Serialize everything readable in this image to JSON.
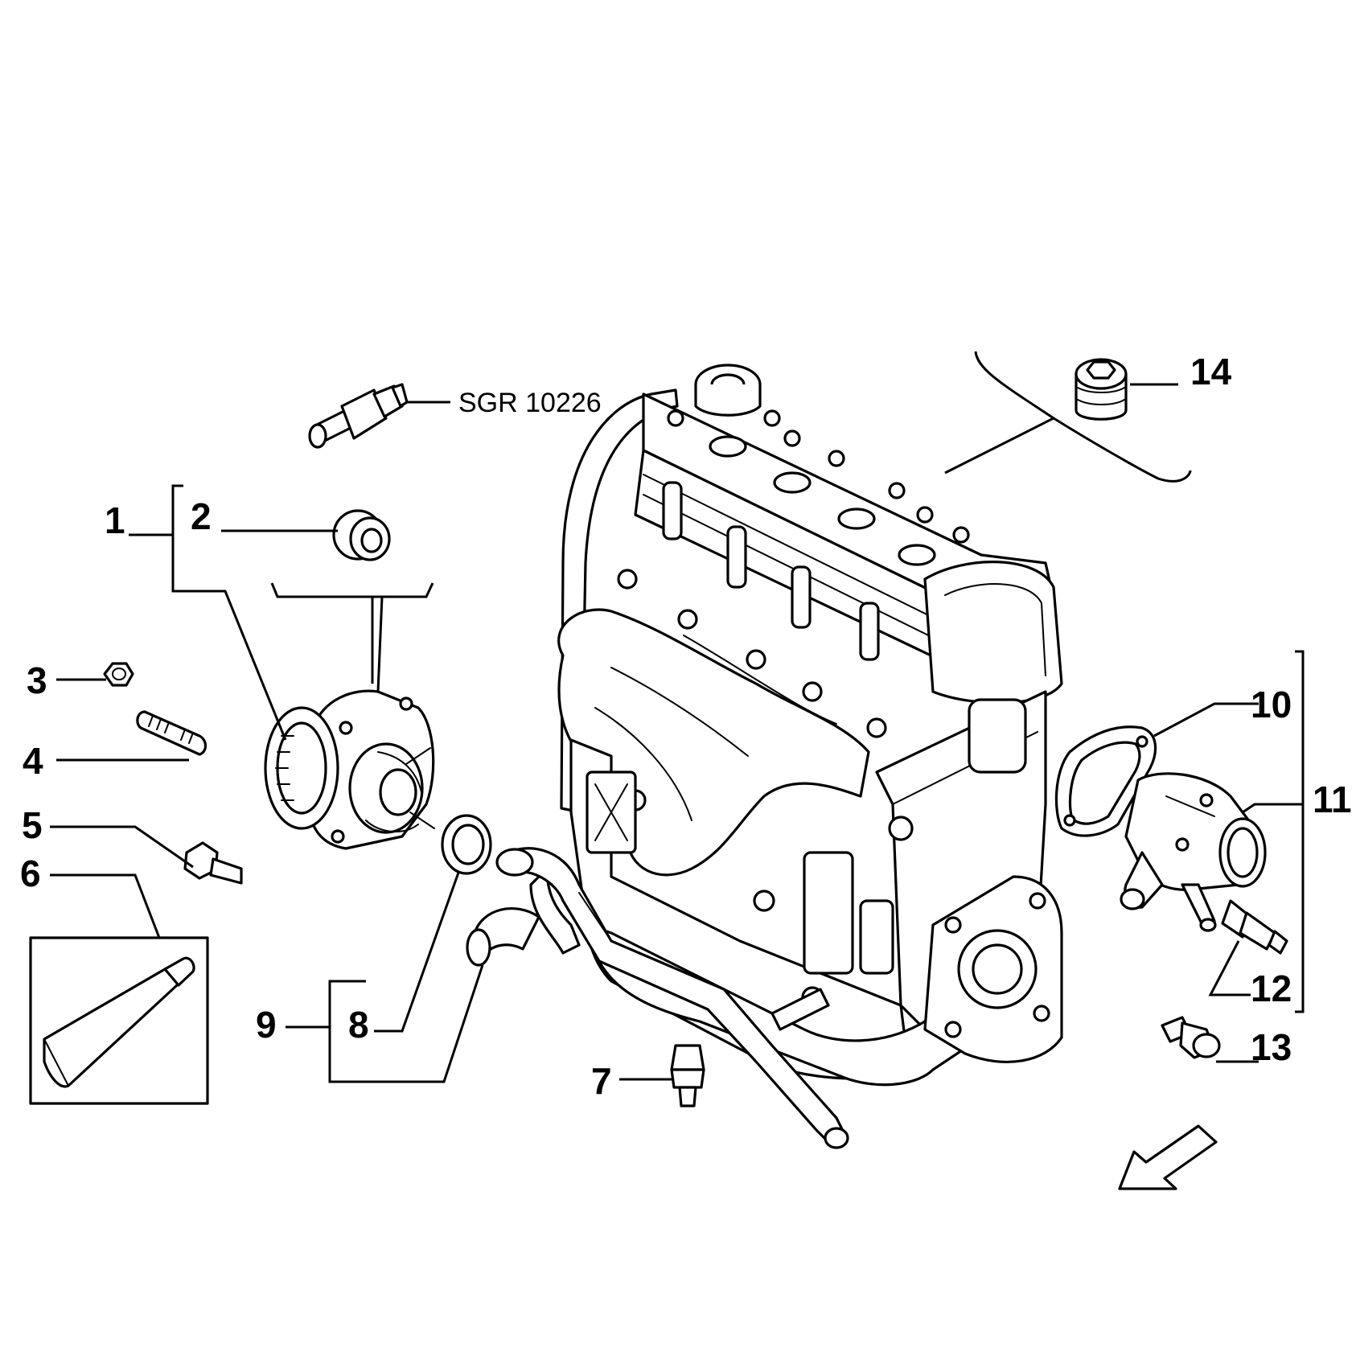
{
  "diagram": {
    "callouts": [
      {
        "id": "1",
        "text": "1"
      },
      {
        "id": "2",
        "text": "2"
      },
      {
        "id": "3",
        "text": "3"
      },
      {
        "id": "4",
        "text": "4"
      },
      {
        "id": "5",
        "text": "5"
      },
      {
        "id": "6",
        "text": "6"
      },
      {
        "id": "7",
        "text": "7"
      },
      {
        "id": "8",
        "text": "8"
      },
      {
        "id": "9",
        "text": "9"
      },
      {
        "id": "10",
        "text": "10"
      },
      {
        "id": "11",
        "text": "11"
      },
      {
        "id": "12",
        "text": "12"
      },
      {
        "id": "13",
        "text": "13"
      },
      {
        "id": "14",
        "text": "14"
      }
    ],
    "reference_label": "SGR 10226",
    "icons": [
      "engine-block-icon",
      "direction-arrow-icon",
      "sealant-tube-icon"
    ]
  }
}
